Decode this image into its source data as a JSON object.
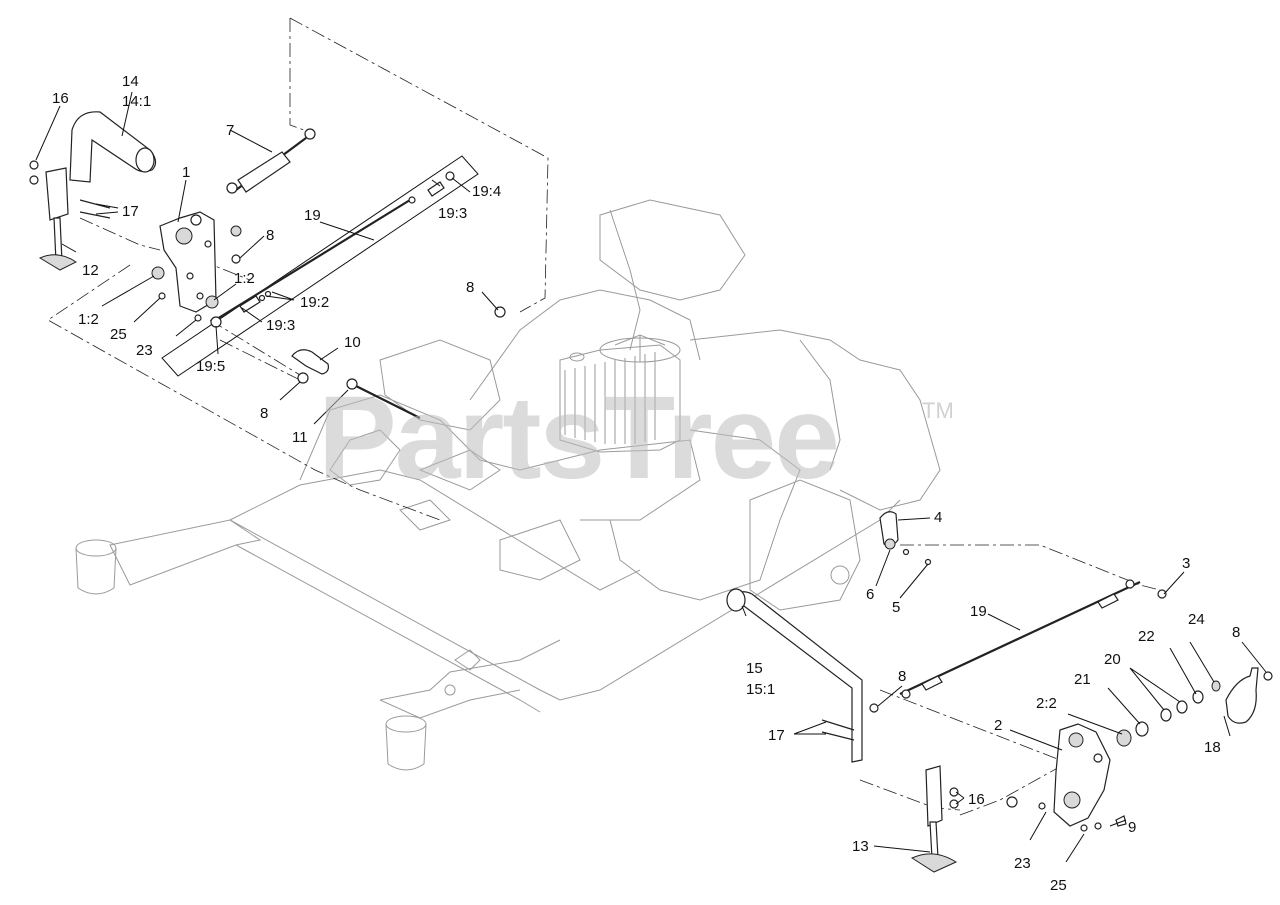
{
  "watermark": "PartsTree",
  "trademark": "TM",
  "callouts": {
    "c14": "14",
    "c14_1": "14:1",
    "c16a": "16",
    "c7": "7",
    "c1": "1",
    "c17a": "17",
    "c19a": "19",
    "c19_4": "19:4",
    "c19_3a": "19:3",
    "c8a": "8",
    "c12": "12",
    "c1_2a": "1:2",
    "c1_2b": "1:2",
    "c25a": "25",
    "c23a": "23",
    "c19_2": "19:2",
    "c19_3b": "19:3",
    "c19_5": "19:5",
    "c10": "10",
    "c8b": "8",
    "c8c": "8",
    "c11": "11",
    "c4": "4",
    "c6": "6",
    "c5": "5",
    "c3": "3",
    "c19b": "19",
    "c24": "24",
    "c8d": "8",
    "c22": "22",
    "c20": "20",
    "c21": "21",
    "c2_2": "2:2",
    "c15": "15",
    "c15_1": "15:1",
    "c8e": "8",
    "c2": "2",
    "c17b": "17",
    "c18": "18",
    "c16b": "16",
    "c9": "9",
    "c13": "13",
    "c23b": "23",
    "c25b": "25"
  }
}
